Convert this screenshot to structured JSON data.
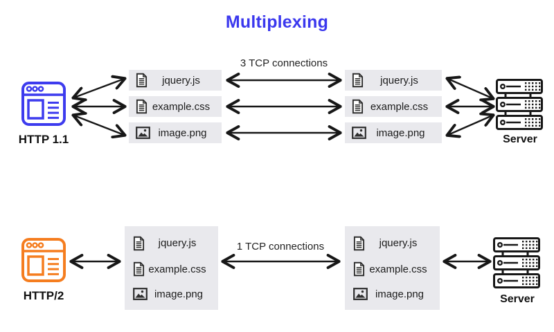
{
  "title": {
    "text": "Multiplexing"
  },
  "colors": {
    "accent-blue": "#3b38ee",
    "client-http1": "#3d3bee",
    "client-http2": "#f57d1f",
    "box-bg": "#e9e9ed",
    "ink": "#171717"
  },
  "files": [
    {
      "name": "jquery.js",
      "icon": "document-icon"
    },
    {
      "name": "example.css",
      "icon": "document-icon"
    },
    {
      "name": "image.png",
      "icon": "image-icon"
    }
  ],
  "http1": {
    "client_label": "HTTP 1.1",
    "server_label": "Server",
    "connection_label": "3 TCP connections",
    "connection_count": 3
  },
  "http2": {
    "client_label": "HTTP/2",
    "server_label": "Server",
    "connection_label": "1 TCP connections",
    "connection_count": 1
  }
}
